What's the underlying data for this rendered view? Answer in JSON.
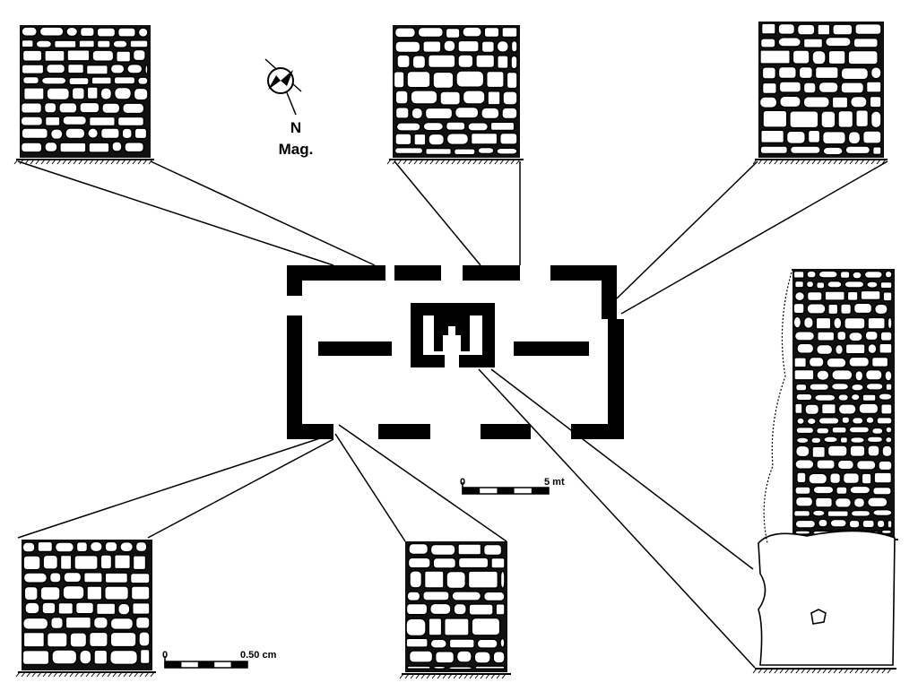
{
  "compass": {
    "north_label": "N",
    "magnetic_label": "Mag.",
    "icon": "north-arrow-icon"
  },
  "scales": {
    "plan": {
      "start_label": "0",
      "end_label": "5 mt",
      "segments": 5
    },
    "elevation": {
      "start_label": "0",
      "end_label": "0.50 cm",
      "segments": 5
    }
  },
  "plan": {
    "walls": "rectangular-enclosure",
    "shrine": "central-cella"
  },
  "elevations": [
    {
      "id": "top-left",
      "type": "masonry-elevation"
    },
    {
      "id": "top-center",
      "type": "masonry-elevation"
    },
    {
      "id": "top-right",
      "type": "masonry-elevation"
    },
    {
      "id": "right-tall",
      "type": "masonry-elevation"
    },
    {
      "id": "bottom-left",
      "type": "masonry-elevation"
    },
    {
      "id": "bottom-center",
      "type": "masonry-elevation"
    }
  ]
}
